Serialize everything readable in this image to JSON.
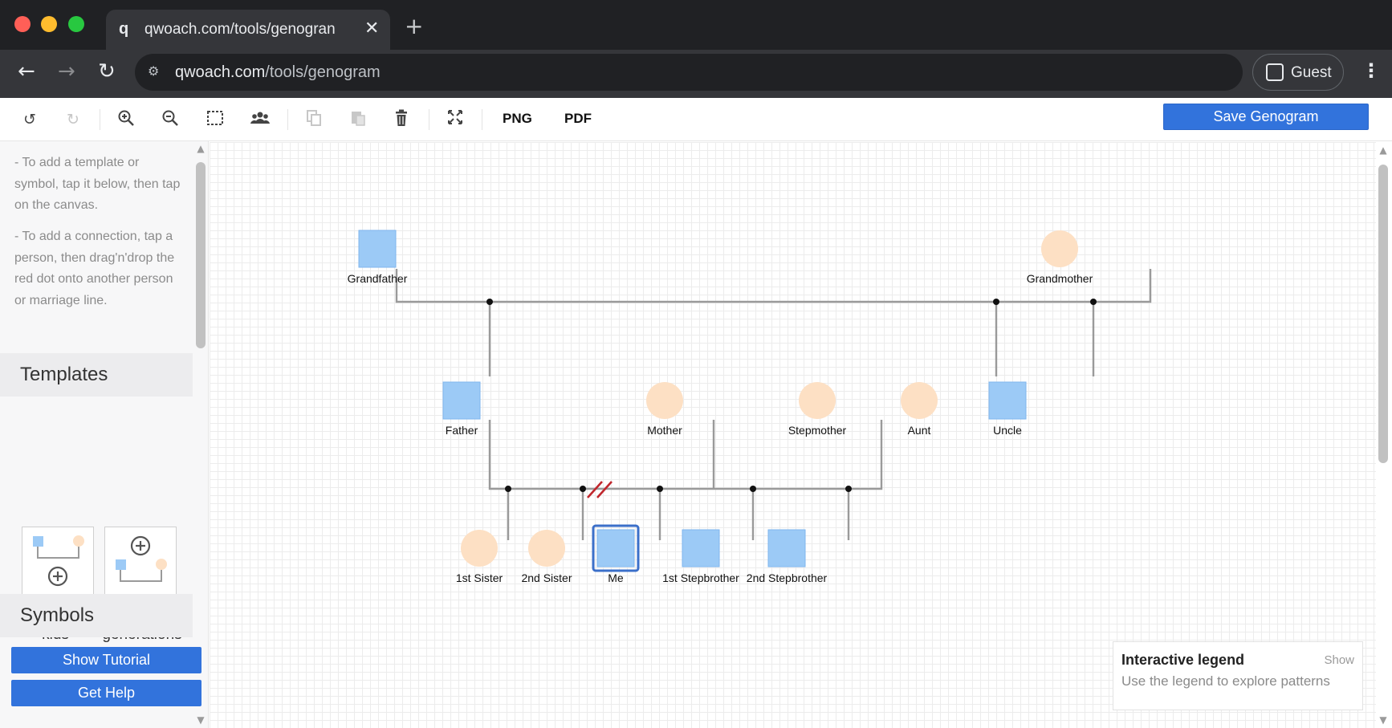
{
  "browser": {
    "tab_favicon": "q",
    "tab_title": "qwoach.com/tools/genogran",
    "url_host": "qwoach.com",
    "url_path": "/tools/genogram",
    "profile_label": "Guest"
  },
  "toolbar": {
    "png_label": "PNG",
    "pdf_label": "PDF",
    "save_label": "Save Genogram",
    "icons": [
      "undo-icon",
      "redo-icon",
      "zoom-in-icon",
      "zoom-out-icon",
      "select-area-icon",
      "group-icon",
      "copy-icon",
      "paste-icon",
      "delete-icon",
      "fit-screen-icon"
    ]
  },
  "sidebar": {
    "hint_template": "- To add a template or symbol, tap it below, then tap on the canvas.",
    "hint_connection": "- To add a connection, tap a person, then drag'n'drop the red dot onto another person or marriage line.",
    "templates_title": "Templates",
    "templates": [
      {
        "label": "A couple + kids"
      },
      {
        "label": "Multi generations"
      }
    ],
    "symbols_title": "Symbols",
    "show_tutorial_label": "Show Tutorial",
    "get_help_label": "Get Help"
  },
  "genogram": {
    "colors": {
      "male": "#9ccaf6",
      "male_border": "#7fb6ee",
      "female": "#fde0c4",
      "line": "#9a9a9a",
      "selected": "#3b6fc9",
      "divorce": "#c0272d"
    },
    "people": [
      {
        "id": "grandfather",
        "label": "Grandfather",
        "gender": "male"
      },
      {
        "id": "grandmother",
        "label": "Grandmother",
        "gender": "female"
      },
      {
        "id": "father",
        "label": "Father",
        "gender": "male"
      },
      {
        "id": "mother",
        "label": "Mother",
        "gender": "female"
      },
      {
        "id": "stepmother",
        "label": "Stepmother",
        "gender": "female"
      },
      {
        "id": "aunt",
        "label": "Aunt",
        "gender": "female"
      },
      {
        "id": "uncle",
        "label": "Uncle",
        "gender": "male"
      },
      {
        "id": "sister1",
        "label": "1st Sister",
        "gender": "female"
      },
      {
        "id": "sister2",
        "label": "2nd Sister",
        "gender": "female"
      },
      {
        "id": "me",
        "label": "Me",
        "gender": "male",
        "selected": true
      },
      {
        "id": "stepbrother1",
        "label": "1st Stepbrother",
        "gender": "male"
      },
      {
        "id": "stepbrother2",
        "label": "2nd Stepbrother",
        "gender": "male"
      }
    ]
  },
  "legend": {
    "title": "Interactive legend",
    "toggle_label": "Show",
    "subtitle": "Use the legend to explore patterns"
  }
}
